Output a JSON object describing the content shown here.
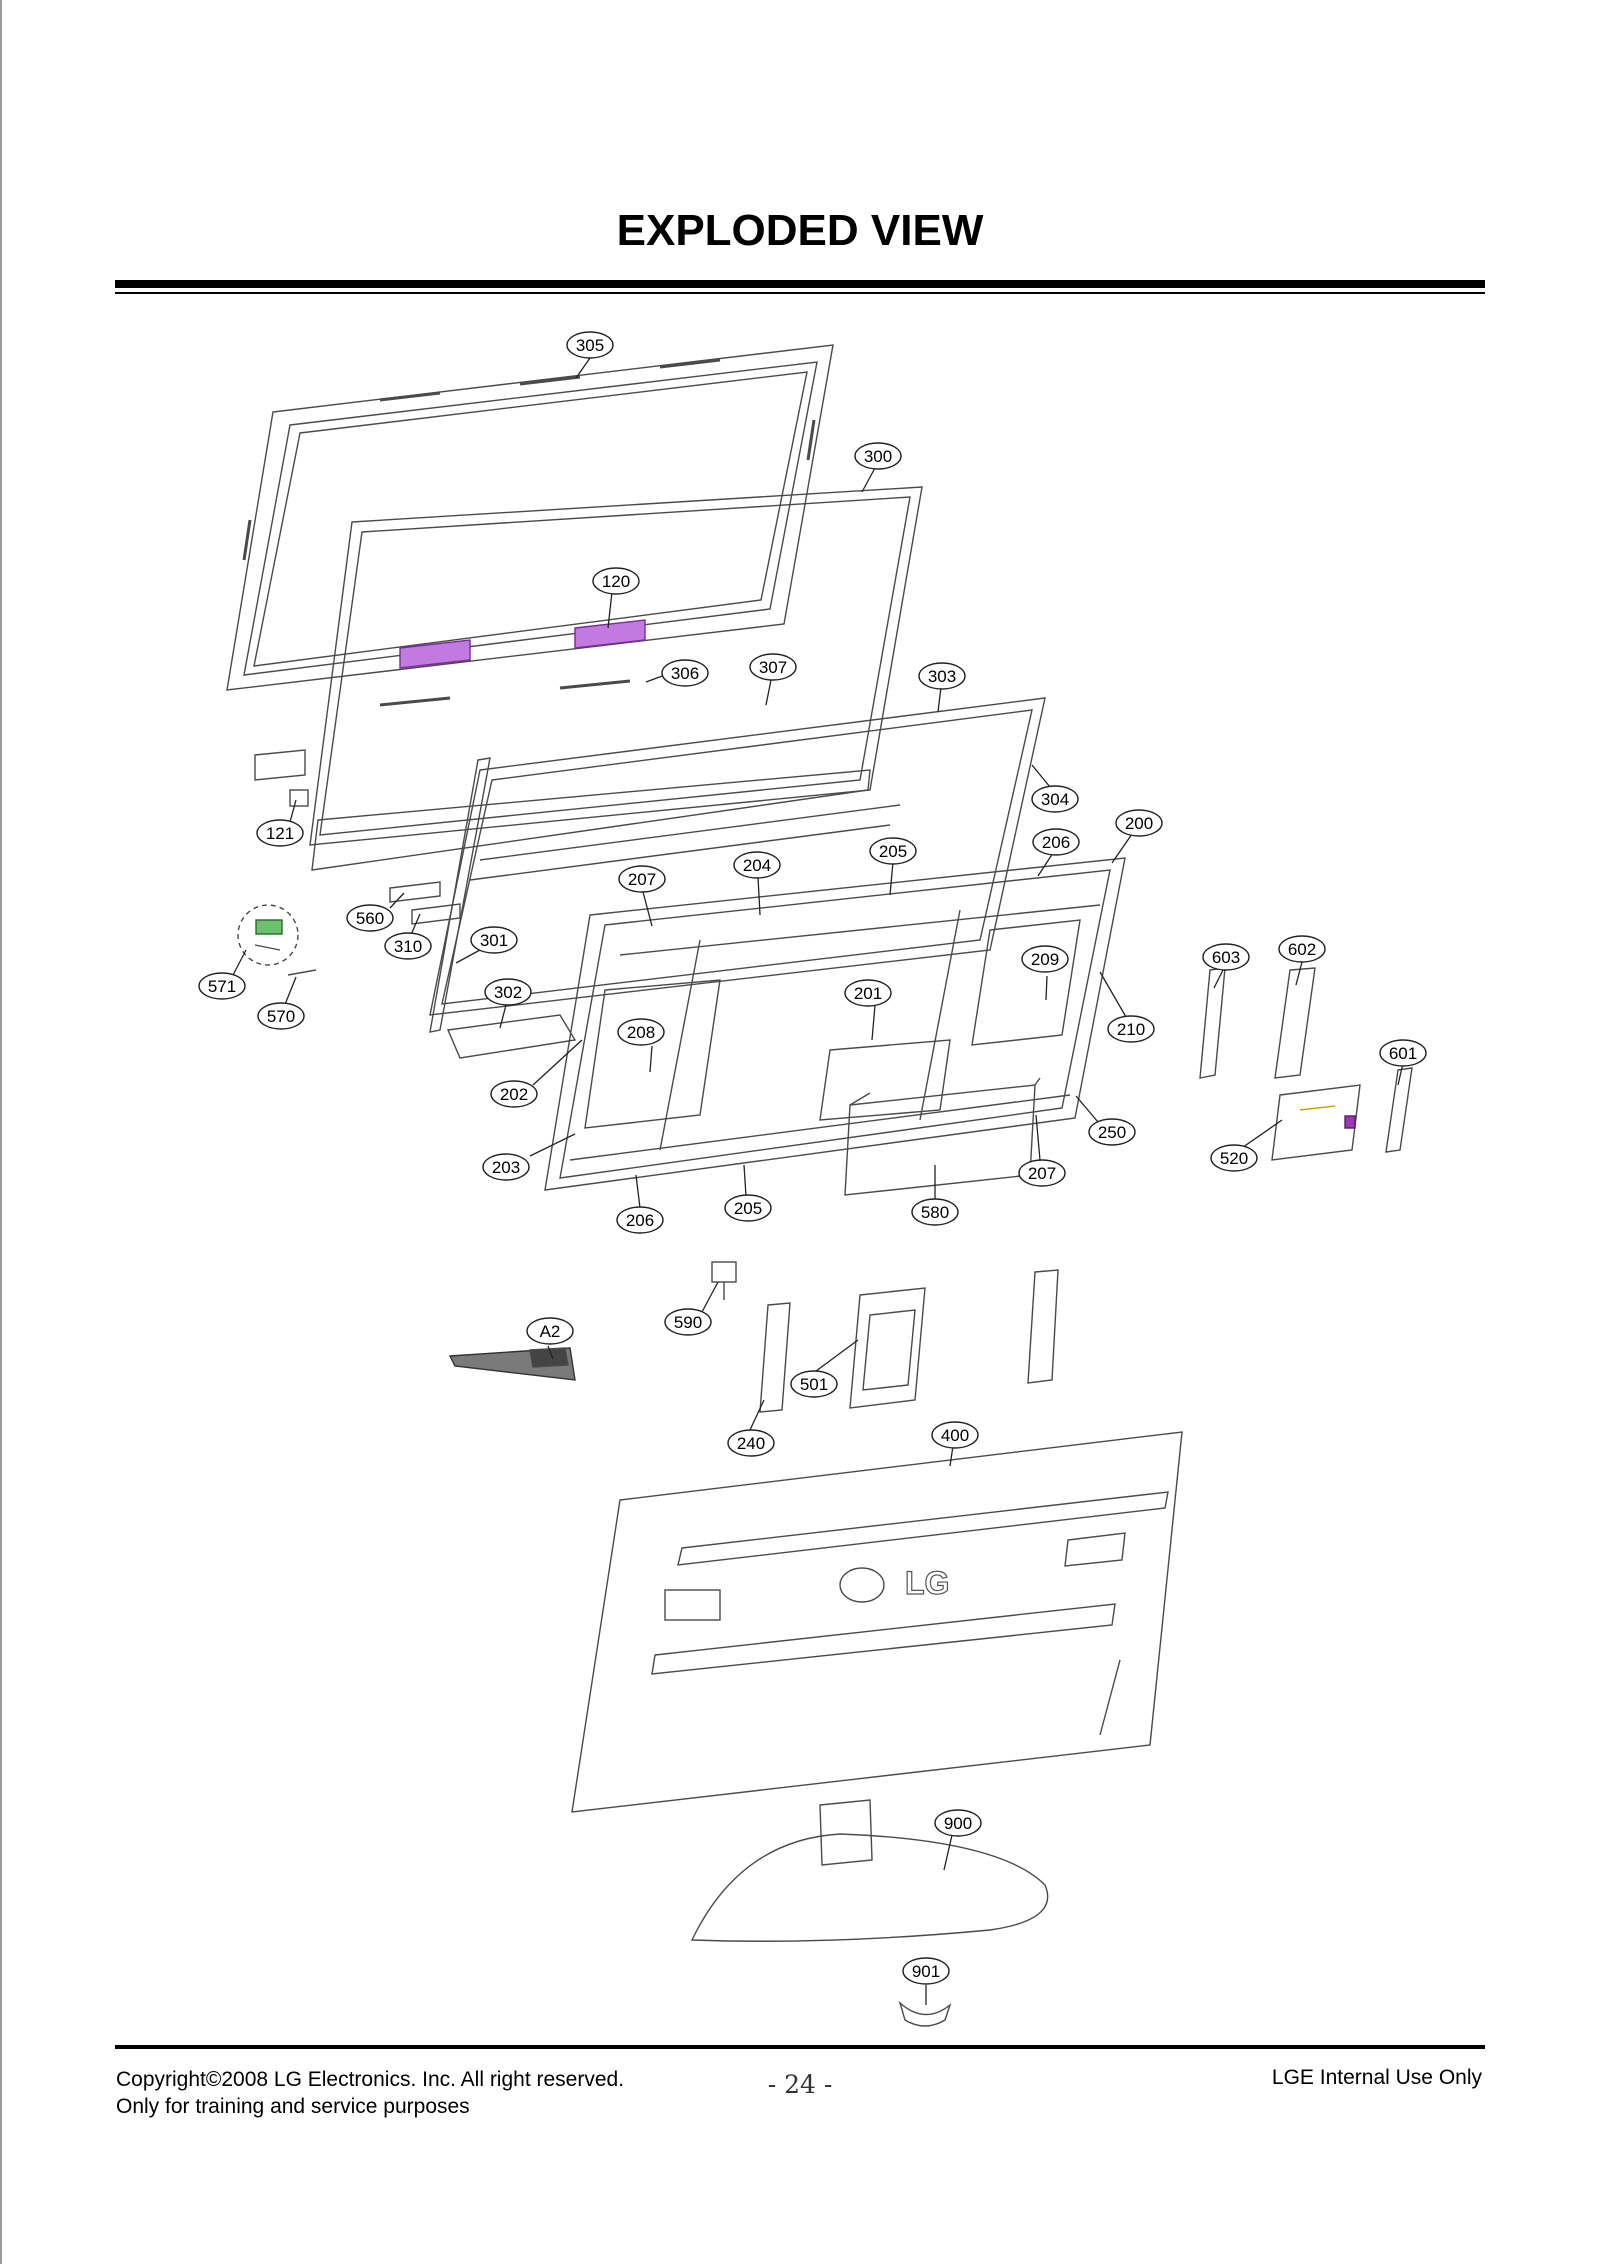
{
  "title": "EXPLODED VIEW",
  "callouts": [
    {
      "id": "305"
    },
    {
      "id": "300"
    },
    {
      "id": "120"
    },
    {
      "id": "306"
    },
    {
      "id": "307"
    },
    {
      "id": "303"
    },
    {
      "id": "304"
    },
    {
      "id": "200"
    },
    {
      "id": "206"
    },
    {
      "id": "205"
    },
    {
      "id": "204"
    },
    {
      "id": "207"
    },
    {
      "id": "121"
    },
    {
      "id": "560"
    },
    {
      "id": "310"
    },
    {
      "id": "301"
    },
    {
      "id": "571"
    },
    {
      "id": "570"
    },
    {
      "id": "302"
    },
    {
      "id": "208"
    },
    {
      "id": "201"
    },
    {
      "id": "209"
    },
    {
      "id": "210"
    },
    {
      "id": "603"
    },
    {
      "id": "602"
    },
    {
      "id": "601"
    },
    {
      "id": "202"
    },
    {
      "id": "203"
    },
    {
      "id": "206"
    },
    {
      "id": "205"
    },
    {
      "id": "580"
    },
    {
      "id": "207"
    },
    {
      "id": "250"
    },
    {
      "id": "520"
    },
    {
      "id": "A2"
    },
    {
      "id": "590"
    },
    {
      "id": "501"
    },
    {
      "id": "240"
    },
    {
      "id": "400"
    },
    {
      "id": "900"
    },
    {
      "id": "901"
    }
  ],
  "back_cover_logo": "LG",
  "footer": {
    "copyright": "Copyright©2008 LG Electronics. Inc. All right reserved.",
    "purpose": "Only for training and service purposes",
    "page_number": "- 24 -",
    "internal": "LGE Internal Use Only"
  }
}
